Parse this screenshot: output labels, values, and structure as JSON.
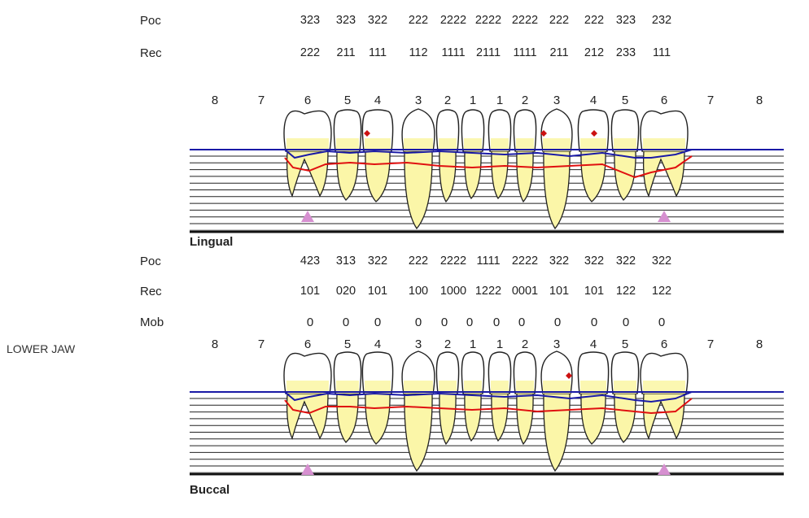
{
  "jaw_label": "LOWER JAW",
  "top": {
    "poc_label": "Poc",
    "rec_label": "Rec",
    "poc_values": [
      "323",
      "323",
      "322",
      "222",
      "2222",
      "2222",
      "2222",
      "222",
      "222",
      "323",
      "232"
    ],
    "rec_values": [
      "222",
      "211",
      "111",
      "112",
      "1111",
      "2111",
      "1111",
      "211",
      "212",
      "233",
      "111"
    ]
  },
  "tooth_numbers_top": [
    "8",
    "7",
    "6",
    "5",
    "4",
    "3",
    "2",
    "1",
    "1",
    "2",
    "3",
    "4",
    "5",
    "6",
    "7",
    "8"
  ],
  "lingual": {
    "label": "Lingual"
  },
  "middle": {
    "poc_label": "Poc",
    "rec_label": "Rec",
    "mob_label": "Mob",
    "poc_values": [
      "423",
      "313",
      "322",
      "222",
      "2222",
      "1111",
      "2222",
      "322",
      "322",
      "322",
      "322"
    ],
    "rec_values": [
      "101",
      "020",
      "101",
      "100",
      "1000",
      "1222",
      "0001",
      "101",
      "101",
      "122",
      "122"
    ],
    "mob_values": [
      "0",
      "0",
      "0",
      "0",
      "0",
      "0",
      "0",
      "0",
      "0",
      "0",
      "0",
      "0"
    ]
  },
  "tooth_numbers_bottom": [
    "8",
    "7",
    "6",
    "5",
    "4",
    "3",
    "2",
    "1",
    "1",
    "2",
    "3",
    "4",
    "5",
    "6",
    "7",
    "8"
  ],
  "buccal": {
    "label": "Buccal"
  },
  "colors": {
    "gum_line": "#1a1aa6",
    "recession_line": "#e01010",
    "furcation_marker": "#d68fd0",
    "tooth_fill": "#fbf6a8",
    "bleeding_dot": "#cc1111"
  }
}
